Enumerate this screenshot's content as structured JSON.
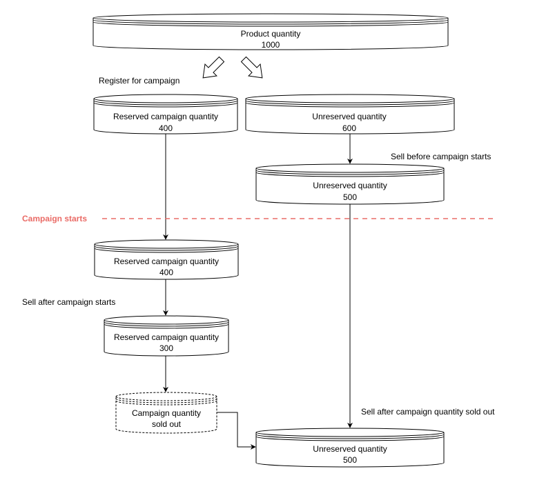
{
  "nodes": {
    "product": {
      "title": "Product quantity",
      "value": "1000"
    },
    "reserved_1": {
      "title": "Reserved campaign quantity",
      "value": "400"
    },
    "unreserved_1": {
      "title": "Unreserved quantity",
      "value": "600"
    },
    "unreserved_2": {
      "title": "Unreserved quantity",
      "value": "500"
    },
    "reserved_2": {
      "title": "Reserved campaign quantity",
      "value": "400"
    },
    "reserved_3": {
      "title": "Reserved campaign quantity",
      "value": "300"
    },
    "sold_out": {
      "title": "Campaign quantity",
      "value": "sold out"
    },
    "unreserved_final": {
      "title": "Unreserved quantity",
      "value": "500"
    }
  },
  "labels": {
    "register": "Register for campaign",
    "sell_before": "Sell before campaign starts",
    "campaign_starts": "Campaign starts",
    "sell_after": "Sell after campaign starts",
    "sell_after_sold_out": "Sell after campaign quantity sold out"
  },
  "colors": {
    "line": "#000000",
    "divider": "#ea6b66"
  }
}
